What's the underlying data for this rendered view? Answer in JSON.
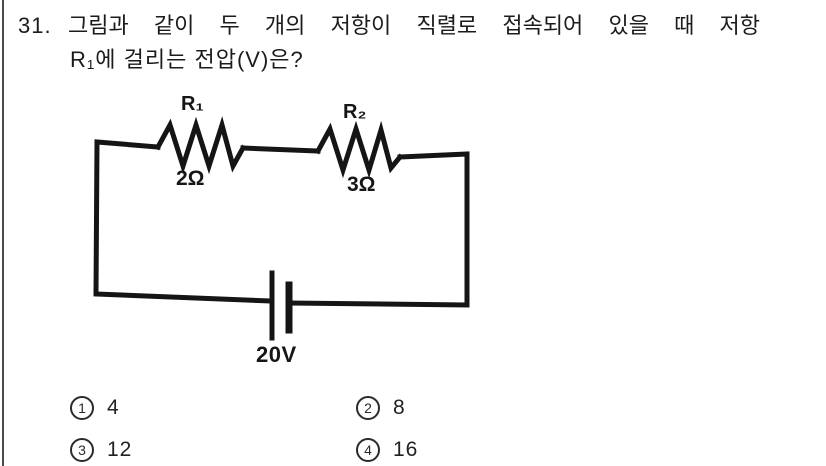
{
  "page": {
    "background": "#ffffff",
    "left_rule_color": "#4a4a4a",
    "ink_color": "#1b1b1b"
  },
  "question": {
    "number": "31.",
    "line1": "그림과 같이 두 개의 저항이 직렬로 접속되어 있을 때 저항",
    "line2": "R₁에 걸리는 전압(V)은?"
  },
  "circuit": {
    "type": "series-resistor-circuit",
    "resistors": [
      {
        "name": "R₁",
        "value": "2Ω"
      },
      {
        "name": "R₂",
        "value": "3Ω"
      }
    ],
    "battery": {
      "label": "20V"
    }
  },
  "options": [
    {
      "marker": "1",
      "value": "4"
    },
    {
      "marker": "2",
      "value": "8"
    },
    {
      "marker": "3",
      "value": "12"
    },
    {
      "marker": "4",
      "value": "16"
    }
  ]
}
